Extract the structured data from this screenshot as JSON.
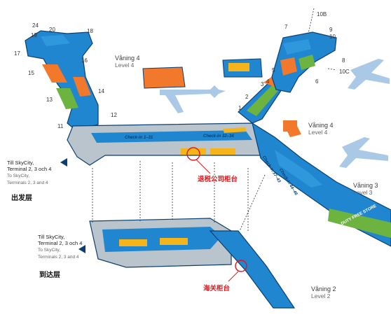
{
  "levels": {
    "upper_left": {
      "sv": "Våning 4",
      "en": "Level 4"
    },
    "upper_right": {
      "sv": "Våning 4",
      "en": "Level 4"
    },
    "mid_right": {
      "sv": "Våning 3",
      "en": "Level 3"
    },
    "bottom": {
      "sv": "Våning 2",
      "en": "Level 2"
    }
  },
  "gates": [
    "24",
    "20",
    "19",
    "18",
    "17",
    "16",
    "15",
    "14",
    "13",
    "12",
    "11",
    "10B",
    "10",
    "9",
    "8",
    "7",
    "10C",
    "6",
    "5",
    "4",
    "3",
    "2",
    "1"
  ],
  "checkin": {
    "a": "Check-in 1–31",
    "b": "Check-in 32–34",
    "c": "Check-in 37–43",
    "d": "Check-in 44–46"
  },
  "skycity_upper": {
    "sv": "Till SkyCity,",
    "sv2": "Terminal 2, 3 och 4",
    "en": "To SkyCity,",
    "en2": "Terminals 2, 3 and 4"
  },
  "skycity_lower": {
    "sv": "Till SkyCity,",
    "sv2": "Terminal 2, 3 och 4",
    "en": "To SkyCity,",
    "en2": "Terminals 2, 3 and 4"
  },
  "departures": "出发层",
  "arrivals": "到达层",
  "tax_refund": "退税公司柜台",
  "customs": "海关柜台",
  "duty_free": "DUTY FREE STORE",
  "colors": {
    "blue": "#1f86cf",
    "navy": "#0b3f73",
    "orange": "#f2782b",
    "green": "#6cb33f",
    "yellow": "#f4b41a",
    "plane": "#a9c9e6",
    "red": "#e3161b"
  }
}
